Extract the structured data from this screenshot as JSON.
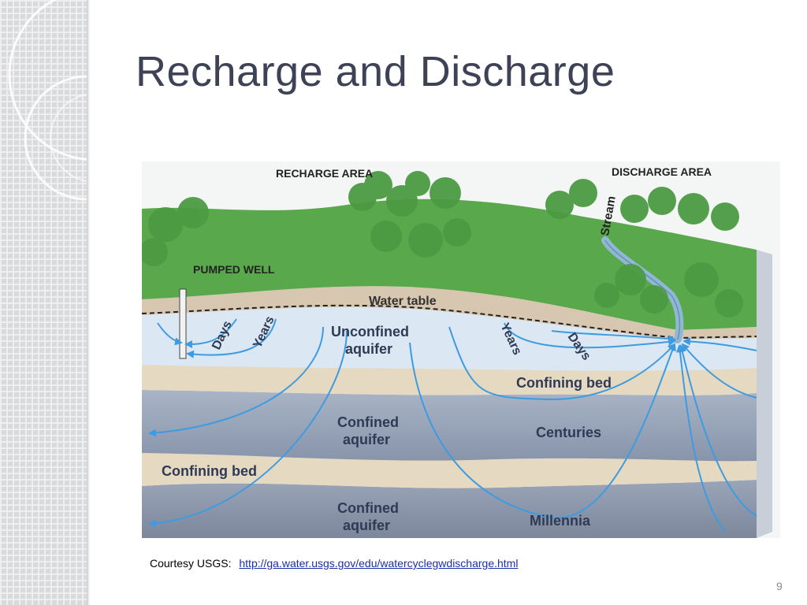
{
  "slide": {
    "title": "Recharge and Discharge",
    "page_number": "9"
  },
  "diagram": {
    "area_labels": {
      "recharge": "RECHARGE AREA",
      "discharge": "DISCHARGE AREA"
    },
    "feature_labels": {
      "pumped_well": "PUMPED WELL",
      "stream": "Stream",
      "water_table": "Water table"
    },
    "layer_labels": {
      "unconfined_aquifer_line1": "Unconfined",
      "unconfined_aquifer_line2": "aquifer",
      "confined_aquifer_1_line1": "Confined",
      "confined_aquifer_1_line2": "aquifer",
      "confined_aquifer_2_line1": "Confined",
      "confined_aquifer_2_line2": "aquifer",
      "confining_bed_upper": "Confining bed",
      "confining_bed_lower": "Confining bed"
    },
    "time_labels": {
      "days_left": "Days",
      "years_left": "Years",
      "years_right": "Years",
      "days_right": "Days",
      "centuries": "Centuries",
      "millennia": "Millennia"
    },
    "colors": {
      "sky": "#f3f6f4",
      "grass": "#5aa84c",
      "soil": "#d8c7b0",
      "unconfined": "#dbe7f3",
      "confining_bed": "#e6d9c2",
      "confined": "#9aa7bb",
      "flow_arrow": "#3f9be0",
      "stream": "#8fb8d6"
    }
  },
  "footer": {
    "courtesy_label": "Courtesy USGS:",
    "source_link": "http://ga.water.usgs.gov/edu/watercyclegwdischarge.html"
  }
}
